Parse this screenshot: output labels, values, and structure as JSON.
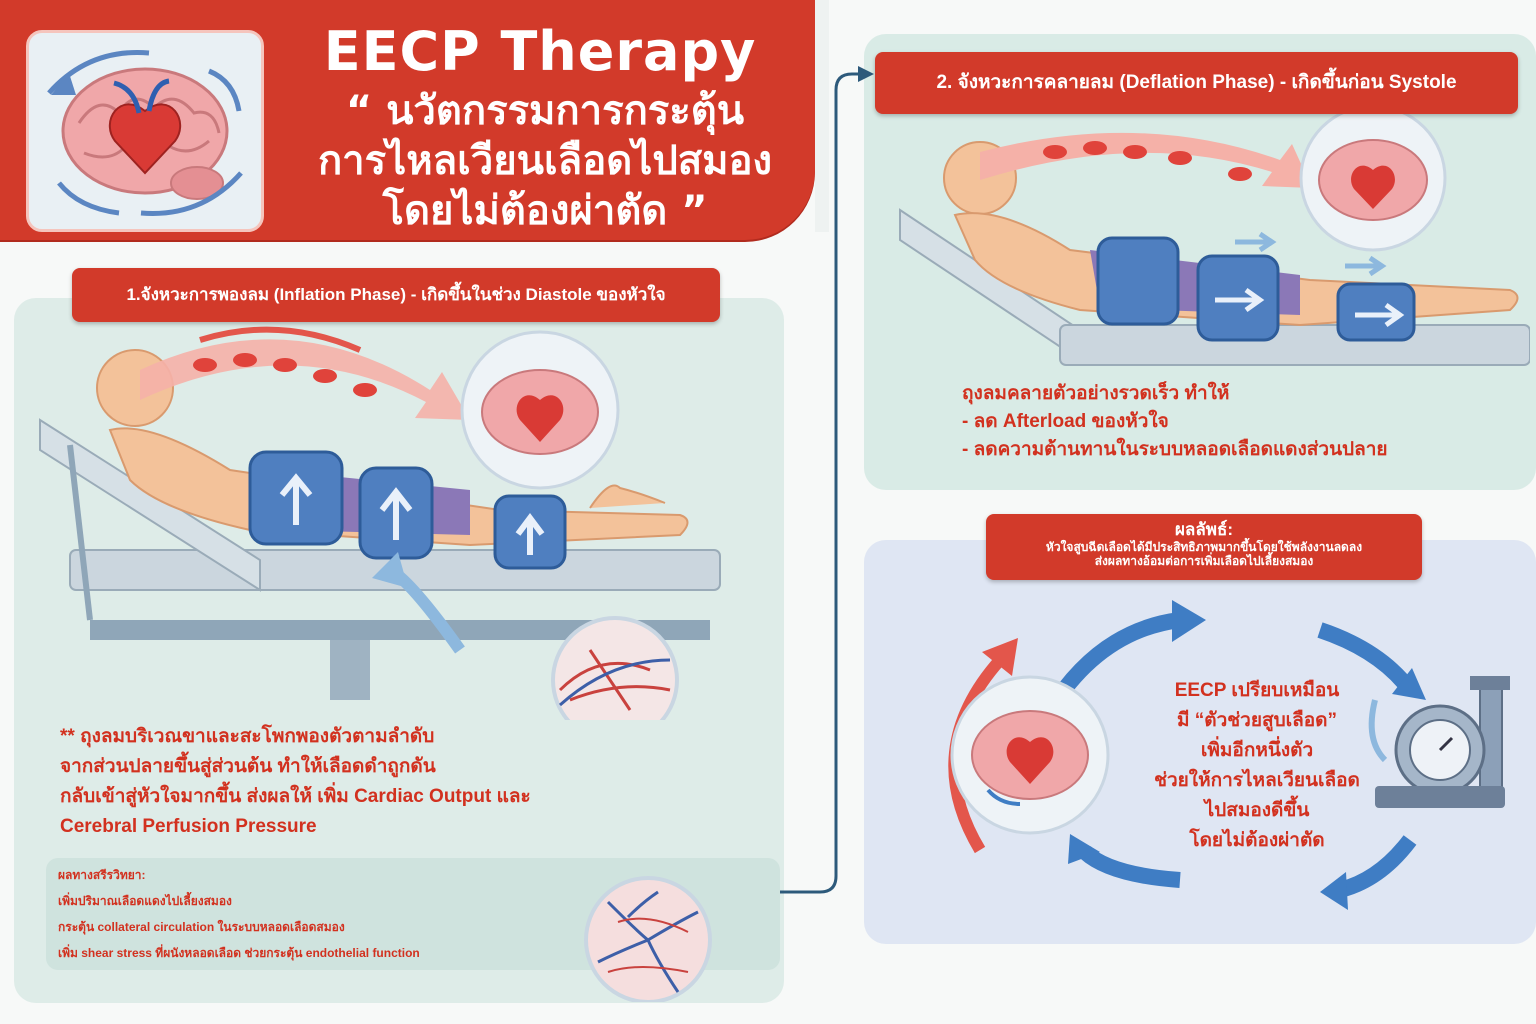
{
  "header": {
    "title": "EECP Therapy",
    "subtitle_lines": [
      "“ นวัตกรรมการกระตุ้น",
      "การไหลเวียนเลือดไปสมอง",
      "โดยไม่ต้องผ่าตัด ”"
    ]
  },
  "phase1": {
    "banner": "1.จังหวะการพองลม (Inflation Phase) - เกิดขึ้นในช่วง Diastole ของหัวใจ",
    "note_lines": [
      "** ถุงลมบริเวณขาและสะโพกพองตัวตามลำดับ",
      "จากส่วนปลายขึ้นสู่ส่วนต้น ทำให้เลือดดำถูกดัน",
      "กลับเข้าสู่หัวใจมากขึ้น ส่งผลให้ เพิ่ม Cardiac Output และ",
      "Cerebral Perfusion Pressure"
    ],
    "physiology": {
      "title": "ผลทางสรีรวิทยา:",
      "items": [
        "เพิ่มปริมาณเลือดแดงไปเลี้ยงสมอง",
        "กระตุ้น collateral circulation ในระบบหลอดเลือดสมอง",
        "เพิ่ม shear stress ที่ผนังหลอดเลือด ช่วยกระตุ้น endothelial function"
      ]
    }
  },
  "phase2": {
    "banner": "2. จังหวะการคลายลม (Deflation Phase) - เกิดขึ้นก่อน Systole",
    "lines": [
      "ถุงลมคลายตัวอย่างรวดเร็ว ทำให้",
      "- ลด Afterload ของหัวใจ",
      "- ลดความต้านทานในระบบหลอดเลือดแดงส่วนปลาย"
    ]
  },
  "result": {
    "title": "ผลลัพธ์:",
    "lines": [
      "หัวใจสูบฉีดเลือดได้มีประสิทธิภาพมากขึ้นโดยใช้พลังงานลดลง",
      "ส่งผลทางอ้อมต่อการเพิ่มเลือดไปเลี้ยงสมอง"
    ],
    "analogy_lines": [
      "EECP เปรียบเหมือน",
      "มี “ตัวช่วยสูบเลือด”",
      "เพิ่มอีกหนึ่งตัว",
      "ช่วยให้การไหลเวียนเลือด",
      "ไปสมองดีขึ้น",
      "โดยไม่ต้องผ่าตัด"
    ]
  },
  "colors": {
    "accent_red": "#d23a2a",
    "panel_green": "#deece8",
    "panel_blue": "#dfe6f3",
    "cuff_blue": "#4f7fc0",
    "arrow_blue": "#3f7dc4"
  }
}
